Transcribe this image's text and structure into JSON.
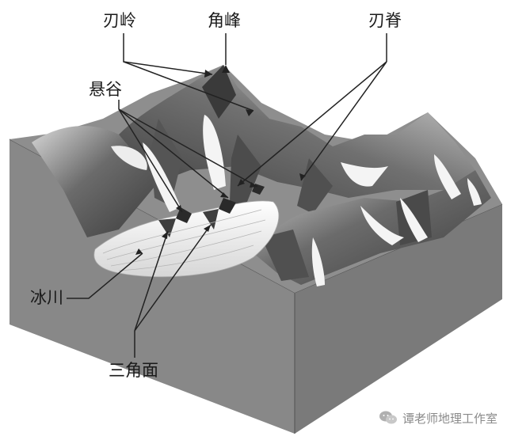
{
  "labels": {
    "blade_ridge": "刃岭",
    "horn": "角峰",
    "arete": "刃脊",
    "hanging_valley": "悬谷",
    "glacier": "冰川",
    "triangular_facet": "三角面"
  },
  "watermark": {
    "text": "谭老师地理工作室",
    "icon": "wechat-icon"
  },
  "colors": {
    "block_side": "#7c7c7c",
    "block_side_front": "#8c8c8c",
    "mountain_dark": "#4a4a4a",
    "snow": "#f2f2f2",
    "leader_line": "#222222"
  }
}
